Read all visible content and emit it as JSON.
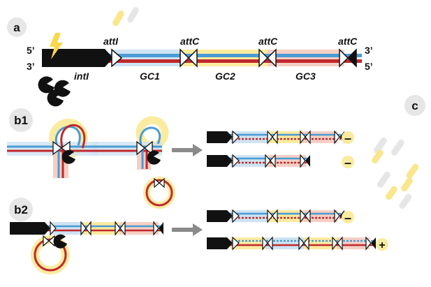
{
  "panels": {
    "a": "a",
    "b1": "b1",
    "b2": "b2",
    "c": "c"
  },
  "strand_ends": {
    "top_left": "5’",
    "bottom_left": "3’",
    "top_right": "3’",
    "bottom_right": "5’"
  },
  "sites": {
    "attI": "attI",
    "attC_1": "attC",
    "attC_2": "attC",
    "attC_3": "attC"
  },
  "genes": {
    "intI": "intI",
    "gc1": "GC1",
    "gc2": "GC2",
    "gc3": "GC3"
  },
  "signs": {
    "b1_row1": "–",
    "b1_row2": "–",
    "b2_row1": "–",
    "b2_row2": "+"
  },
  "colors": {
    "blue_strand": "#4b9bd2",
    "red_strand": "#c0282d",
    "gc1_band": "#cfe3f2",
    "gc2_band": "#fbeb9f",
    "gc3_band": "#f6cfc4",
    "integron_block": "#111111",
    "badge": "#e6e6e6",
    "yellow_pill": "#fae68c",
    "gray_pill": "#e6e6e6",
    "arrow": "#8a8a8a",
    "bolt": "#fad74b"
  }
}
